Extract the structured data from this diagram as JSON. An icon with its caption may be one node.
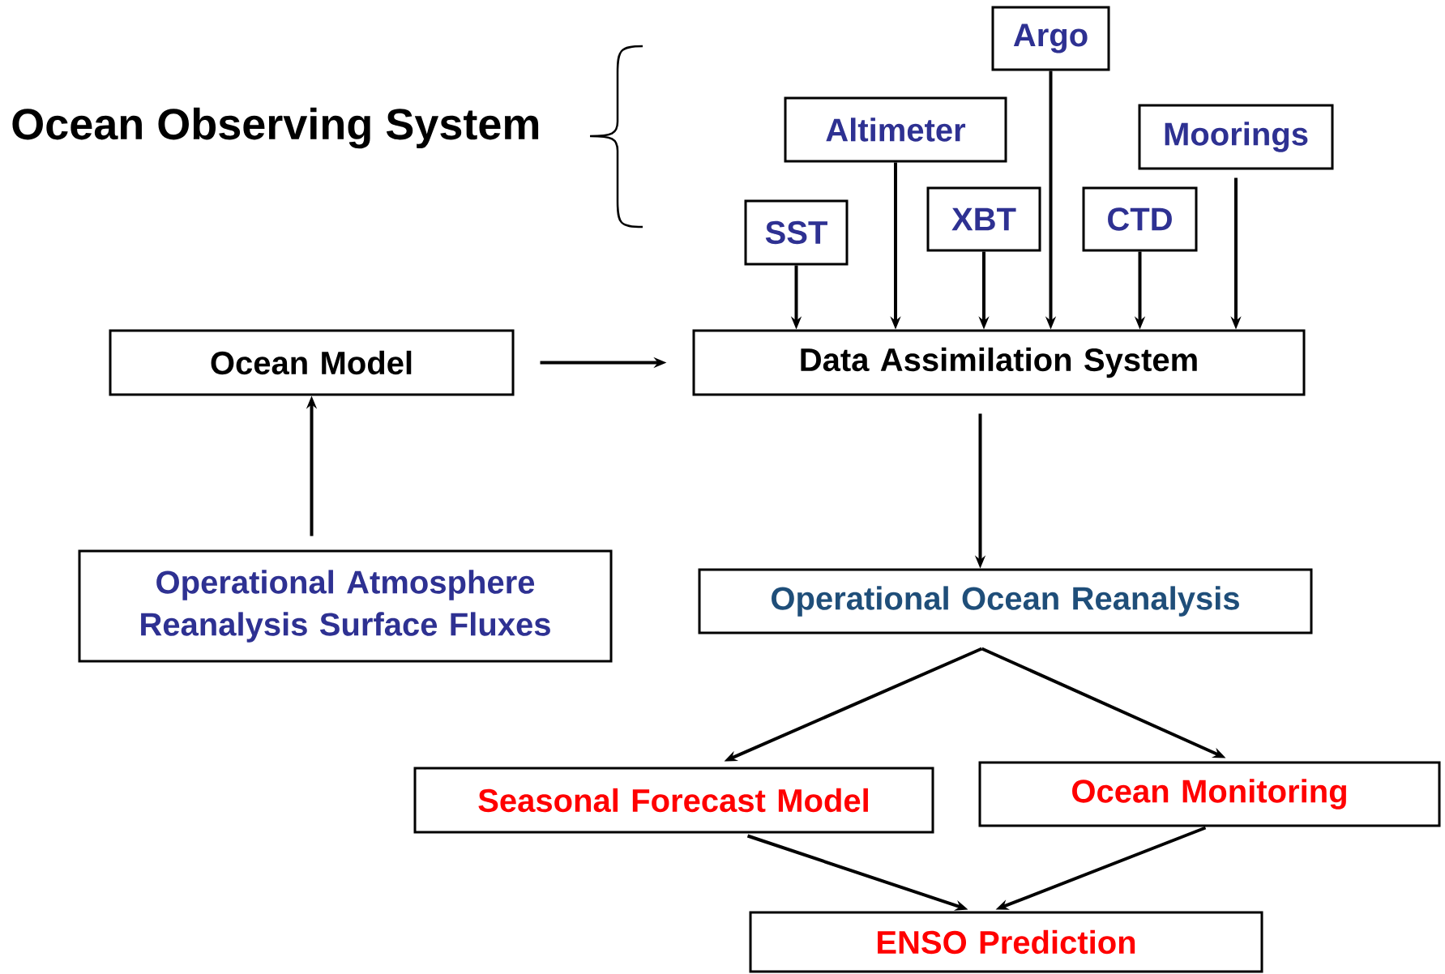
{
  "diagram": {
    "title": "Ocean Observing System",
    "nodes": [
      {
        "text": [
          "Argo"
        ]
      },
      {
        "text": [
          "Altimeter"
        ]
      },
      {
        "text": [
          "Moorings"
        ]
      },
      {
        "text": [
          "SST"
        ]
      },
      {
        "text": [
          "XBT"
        ]
      },
      {
        "text": [
          "CTD"
        ]
      },
      {
        "text": [
          "Data Assimilation System"
        ]
      },
      {
        "text": [
          "Ocean Model"
        ]
      },
      {
        "text": [
          "Operational Atmosphere Reanalysis Surface Fluxes"
        ]
      },
      {
        "text": [
          "Operational Ocean Reanalysis"
        ]
      },
      {
        "text": [
          "Seasonal Forecast Model"
        ]
      },
      {
        "text": [
          "Ocean Monitoring"
        ]
      },
      {
        "text": [
          "ENSO Prediction"
        ]
      }
    ],
    "edges": [
      {
        "from": 3,
        "to": 6,
        "arrow": "to"
      },
      {
        "from": 1,
        "to": 6,
        "arrow": "to"
      },
      {
        "from": 4,
        "to": 6,
        "arrow": "to"
      },
      {
        "from": 0,
        "to": 6,
        "arrow": "to"
      },
      {
        "from": 5,
        "to": 6,
        "arrow": "to"
      },
      {
        "from": 2,
        "to": 6,
        "arrow": "to"
      },
      {
        "from": 7,
        "to": 6,
        "arrow": "to"
      },
      {
        "from": 8,
        "to": 7,
        "arrow": "to"
      },
      {
        "from": 6,
        "to": 9,
        "arrow": "to"
      },
      {
        "from": 9,
        "to": 10,
        "arrow": "to"
      },
      {
        "from": 9,
        "to": 11,
        "arrow": "to"
      },
      {
        "from": 10,
        "to": 12,
        "arrow": "to"
      },
      {
        "from": 11,
        "to": 12,
        "arrow": "to"
      }
    ]
  }
}
